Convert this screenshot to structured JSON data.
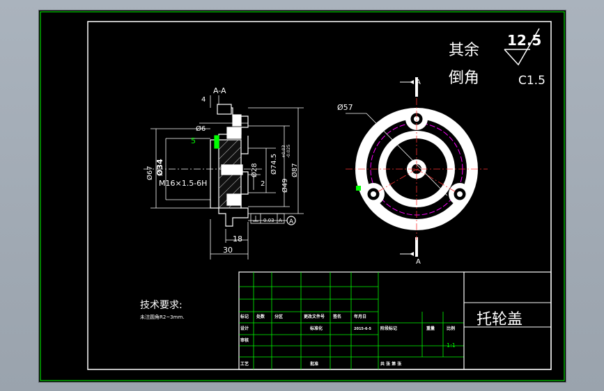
{
  "colors": {
    "background": "#000000",
    "frame_outer": "#00ff00",
    "line": "#ffffff",
    "hatch_magenta": "#ff00ff",
    "highlight_green": "#00ff00",
    "titleblock_grid": "#00ff00"
  },
  "annotations": {
    "section_label": "A-A",
    "surface_finish_value": "12.5",
    "note_rest_line1": "其余",
    "note_rest_line2": "倒角",
    "chamfer": "C1.5",
    "cut_label_top": "A",
    "cut_label_bottom": "A"
  },
  "dimensions": {
    "d4": "4",
    "d6": "Ø6",
    "d5": "5",
    "d67": "Ø67",
    "d34": "Ø34",
    "thread": "M16×1.5-6H",
    "d28": "Ø28",
    "d74_5": "Ø74.5",
    "d49": "Ø49",
    "d87": "Ø87",
    "d2": "2",
    "tol": "0.03",
    "datum": "A",
    "d18": "18",
    "d30": "30",
    "d57": "Ø57",
    "tol_plus": "+0.03",
    "tol_minus": "-0.025"
  },
  "tech_requirements": {
    "title": "技术要求:",
    "line1": "未注圆角R2~3mm."
  },
  "title_block": {
    "part_name": "托轮盖",
    "scale": "1:1",
    "row_marks": [
      "标记",
      "处数",
      "分区",
      "更改文件号",
      "签名",
      "年月日"
    ],
    "design": "设计",
    "standardize": "标准化",
    "date": "2015-6-5",
    "stage_mark": "阶段标记",
    "weight": "重量",
    "ratio": "比例",
    "review": "审核",
    "process": "工艺",
    "approve": "批准",
    "sheets": "共  张  第  张"
  }
}
